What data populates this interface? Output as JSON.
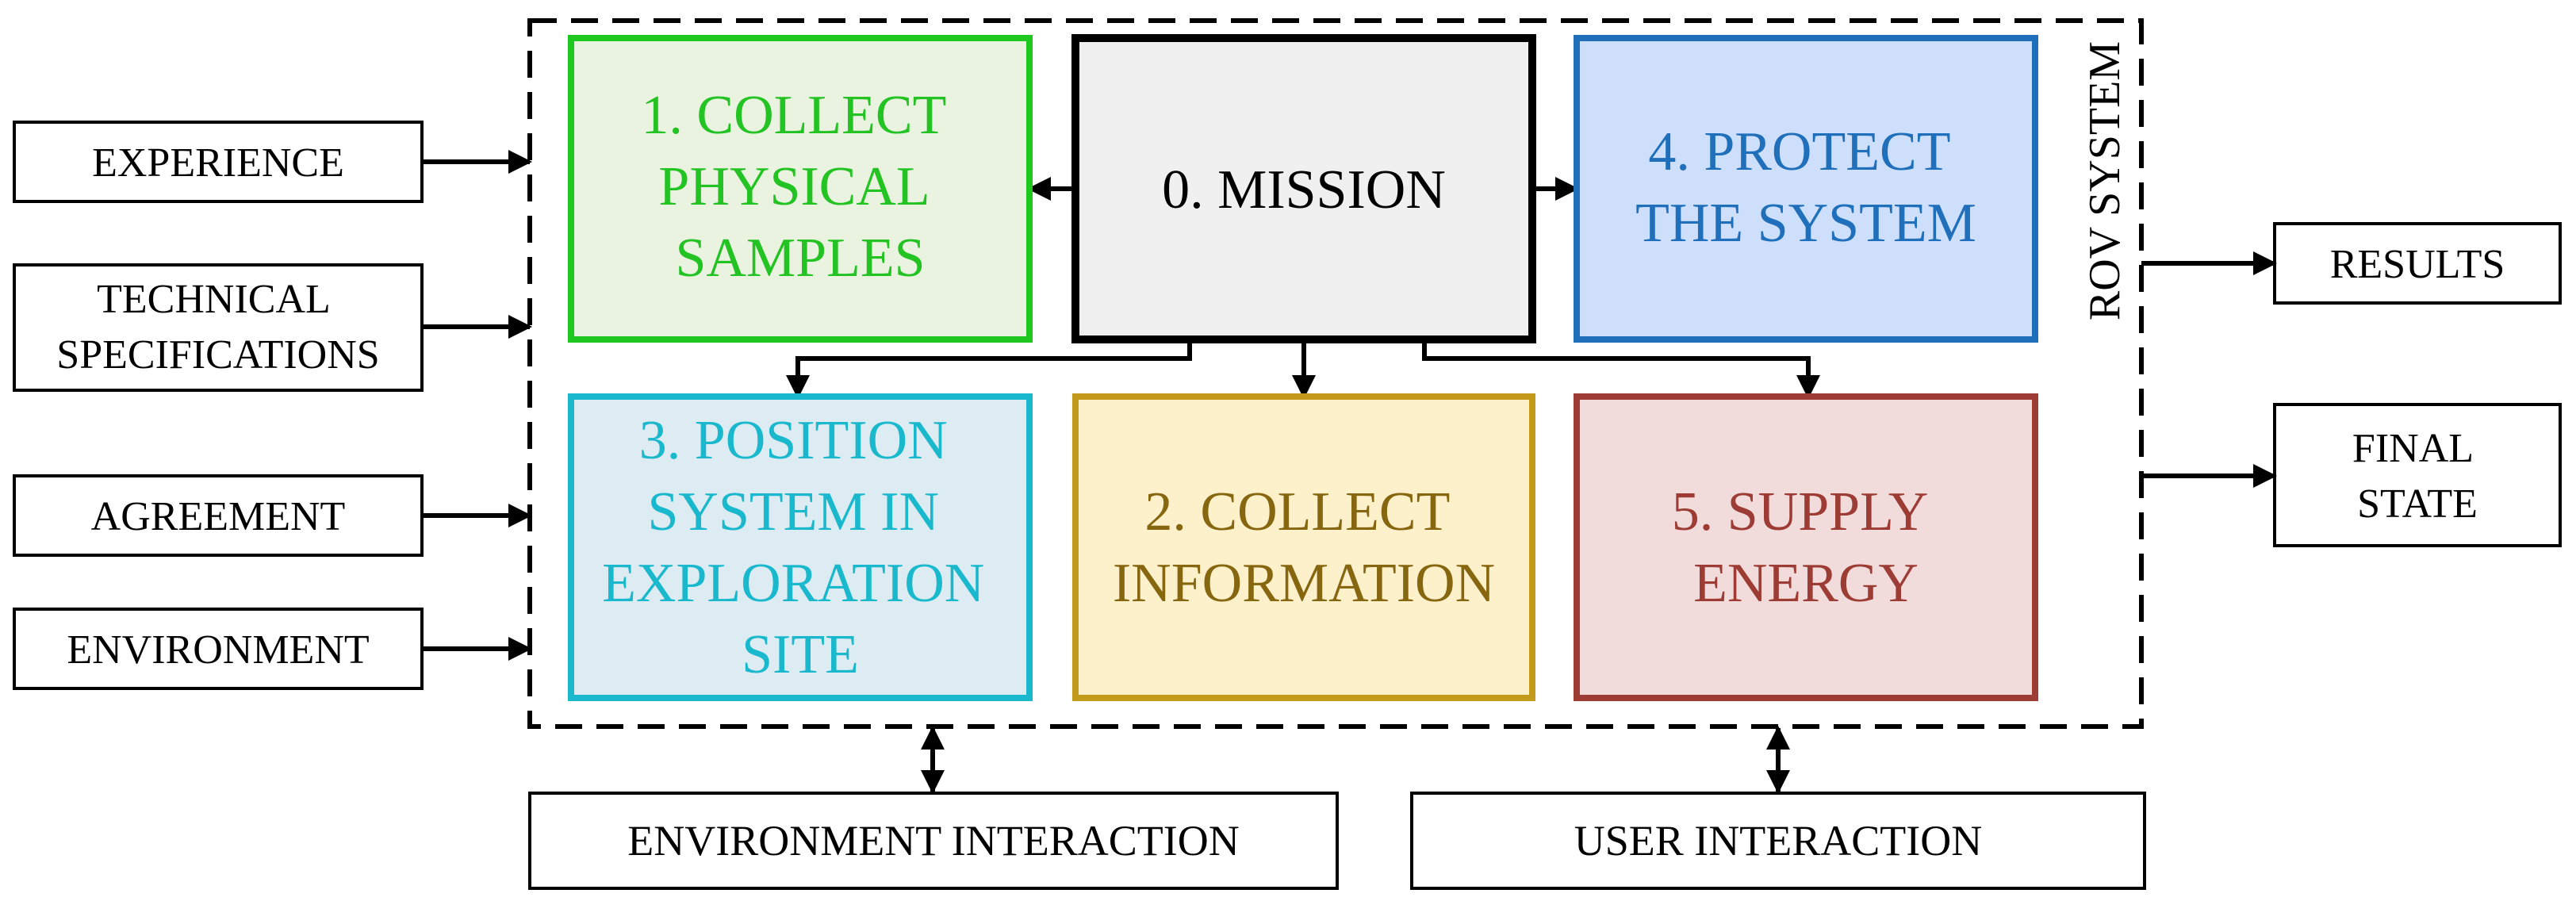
{
  "system_label": "ROV SYSTEM",
  "inputs": [
    {
      "lines": [
        "EXPERIENCE"
      ]
    },
    {
      "lines": [
        "TECHNICAL",
        "SPECIFICATIONS"
      ]
    },
    {
      "lines": [
        "AGREEMENT"
      ]
    },
    {
      "lines": [
        "ENVIRONMENT"
      ]
    }
  ],
  "outputs": [
    {
      "lines": [
        "RESULTS"
      ]
    },
    {
      "lines": [
        "FINAL",
        "STATE"
      ]
    }
  ],
  "functions": {
    "mission": {
      "lines": [
        "0. MISSION"
      ],
      "fill": "#f0f0f0",
      "stroke": "#000000",
      "text": "#000000"
    },
    "collect_samples": {
      "lines": [
        "1. COLLECT",
        "PHYSICAL",
        "SAMPLES"
      ],
      "fill": "#eaf2e0",
      "stroke": "#1ec81e",
      "text": "#22c322"
    },
    "protect_system": {
      "lines": [
        "4. PROTECT",
        "THE SYSTEM"
      ],
      "fill": "#cddffb",
      "stroke": "#1f6fbb",
      "text": "#1f6fbb"
    },
    "position_system": {
      "lines": [
        "3. POSITION",
        "SYSTEM IN",
        "EXPLORATION",
        "SITE"
      ],
      "fill": "#dcecf2",
      "stroke": "#1ab8cc",
      "text": "#1ab8cc"
    },
    "collect_information": {
      "lines": [
        "2. COLLECT",
        "INFORMATION"
      ],
      "fill": "#fdf1cc",
      "stroke": "#c39a1a",
      "text": "#86660e"
    },
    "supply_energy": {
      "lines": [
        "5. SUPPLY",
        "ENERGY"
      ],
      "fill": "#f2dcdb",
      "stroke": "#9c3c34",
      "text": "#9c3c34"
    }
  },
  "interactions": {
    "environment": {
      "lines": [
        "ENVIRONMENT INTERACTION"
      ]
    },
    "user": {
      "lines": [
        "USER INTERACTION"
      ]
    }
  }
}
